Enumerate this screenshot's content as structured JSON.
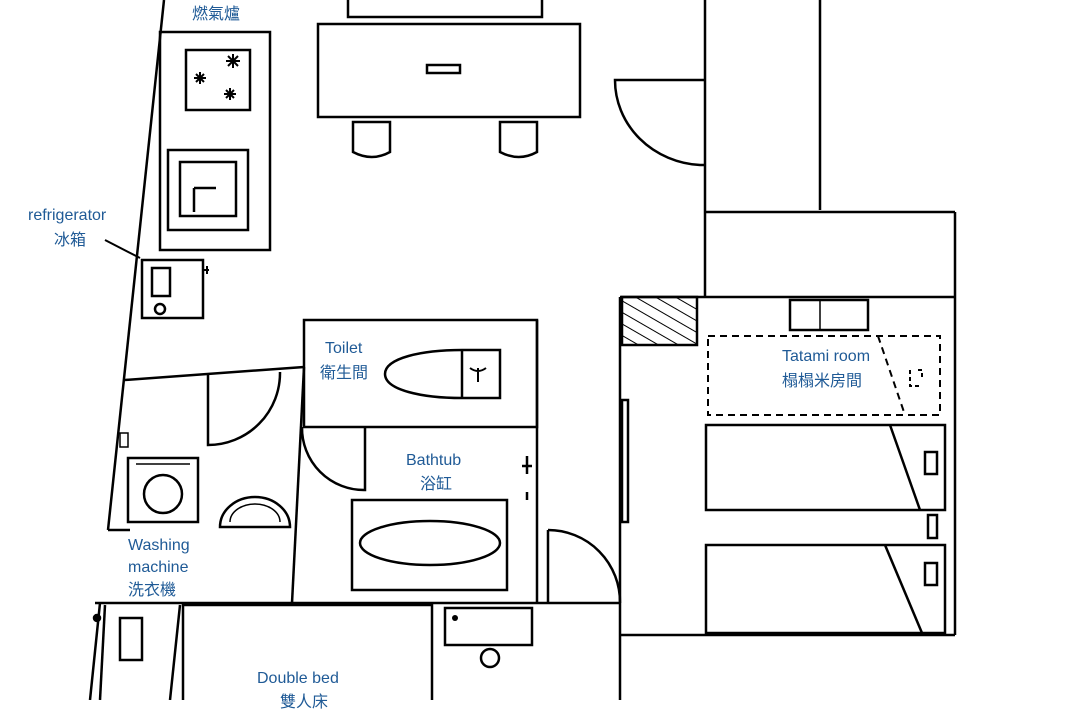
{
  "labels": {
    "stove": "燃氣爐",
    "refrigerator_en": "refrigerator",
    "refrigerator_zh": "冰箱",
    "toilet_en": "Toilet",
    "toilet_zh": "衛生間",
    "bathtub_en": "Bathtub",
    "bathtub_zh": "浴缸",
    "washing_en_1": "Washing",
    "washing_en_2": "machine",
    "washing_zh": "洗衣機",
    "tatami_en": "Tatami room",
    "tatami_zh": "榻榻米房間",
    "bed_en": "Double bed",
    "bed_zh": "雙人床"
  },
  "colors": {
    "label": "#1f5a96",
    "line": "#000000"
  }
}
